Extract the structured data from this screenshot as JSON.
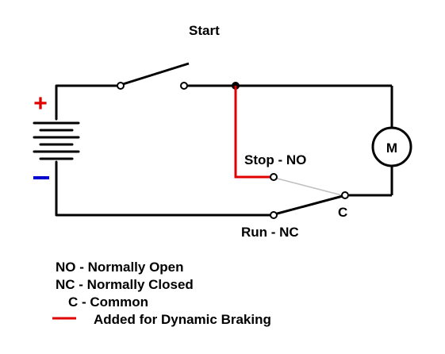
{
  "labels": {
    "start": "Start",
    "stop": "Stop - NO",
    "run": "Run - NC",
    "common": "C",
    "motor": "M",
    "plus": "+",
    "minus": "−"
  },
  "legend": {
    "no": "NO - Normally Open",
    "nc": "NC - Normally Closed",
    "c": "C - Common",
    "red": "Added for Dynamic Braking"
  },
  "colors": {
    "wire": "#000000",
    "braking": "#e00000",
    "plus": "#e00000",
    "minus": "#0000cc",
    "open_contact": "#c0c0c0"
  }
}
